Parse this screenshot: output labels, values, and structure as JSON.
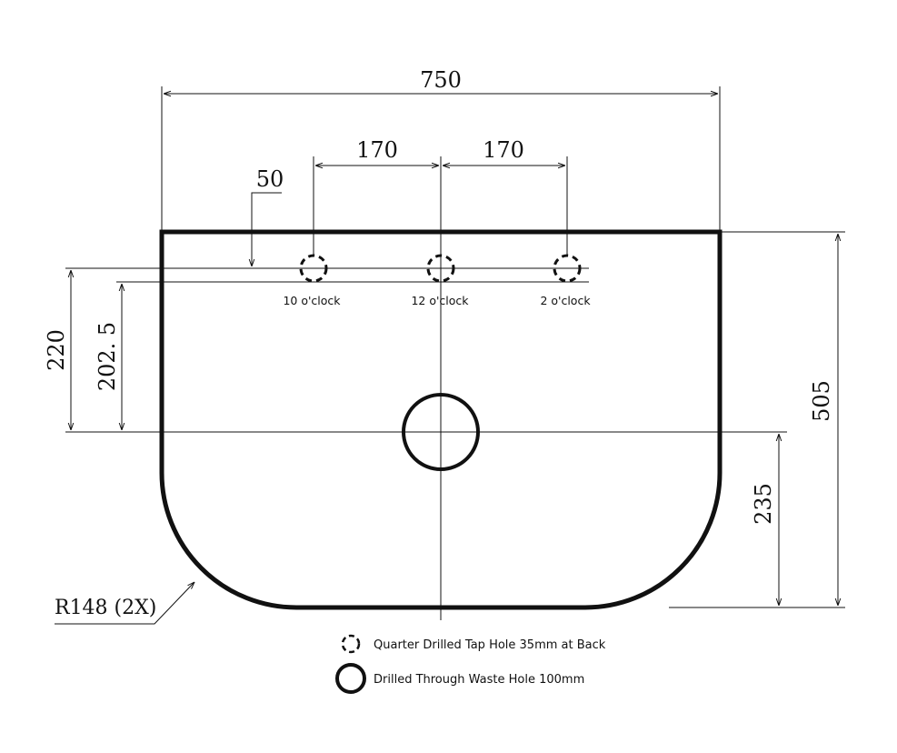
{
  "drawing": {
    "dimensions": {
      "overall_width": "750",
      "tap_spacing_left": "170",
      "tap_spacing_right": "170",
      "tap_offset_from_back": "50",
      "depth": "505",
      "waste_from_front": "235",
      "tap_to_waste": "220",
      "tap_to_waste_inner": "202. 5",
      "corner_radius": "R148 (2X)"
    },
    "tap_labels": {
      "left": "10 o'clock",
      "center": "12 o'clock",
      "right": "2 o'clock"
    }
  },
  "legend": {
    "tap_hole": "Quarter Drilled Tap Hole 35mm at Back",
    "waste_hole": "Drilled Through Waste Hole 100mm"
  }
}
